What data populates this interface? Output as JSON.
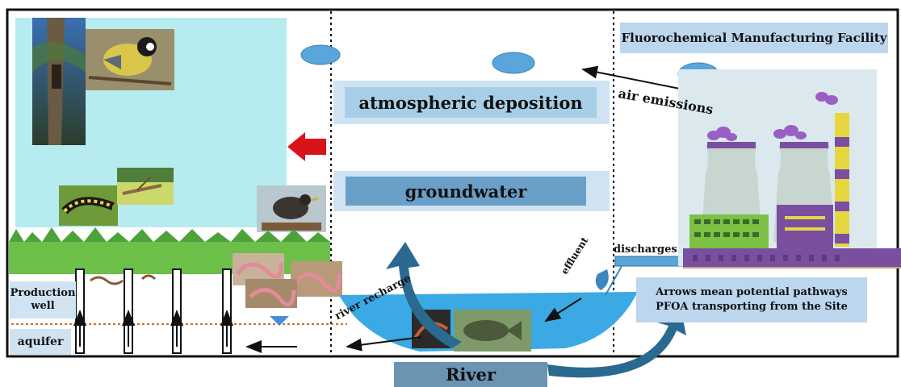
{
  "labels": {
    "facility": "Fluorochemical Manufacturing Facility",
    "atmospheric_deposition": "atmospheric deposition",
    "groundwater": "groundwater",
    "river": "River",
    "air_emissions": "air emissions",
    "river_recharge": "river recharge",
    "effluent": "effluent",
    "discharges": "discharges",
    "pathways_line1": "Arrows mean potential pathways",
    "pathways_line2": "PFOA transporting from the Site",
    "production_line1": "Production",
    "production_line2": "well",
    "aquifer": "aquifer"
  },
  "icons": [
    "tree-photo",
    "tit-bird-photo",
    "caterpillar-photo",
    "grasshopper-photo",
    "starling-photo",
    "earthworm-photo",
    "fish-photo",
    "factory-icon",
    "cloud-icon",
    "red-arrow-icon"
  ],
  "colors": {
    "sky_panel": "#b6ecf0",
    "water": "#3aa9e4",
    "label_pale": "#cfe3f3",
    "label_mid": "#a8cde6",
    "river_label": "#6b94b3",
    "curve_arrow": "#2a6a90",
    "red_arrow": "#d8141a",
    "grass": "#5fb83a",
    "factory_green": "#7cc143",
    "factory_purple": "#7b4fa0",
    "smoke": "#9a5fc4"
  }
}
